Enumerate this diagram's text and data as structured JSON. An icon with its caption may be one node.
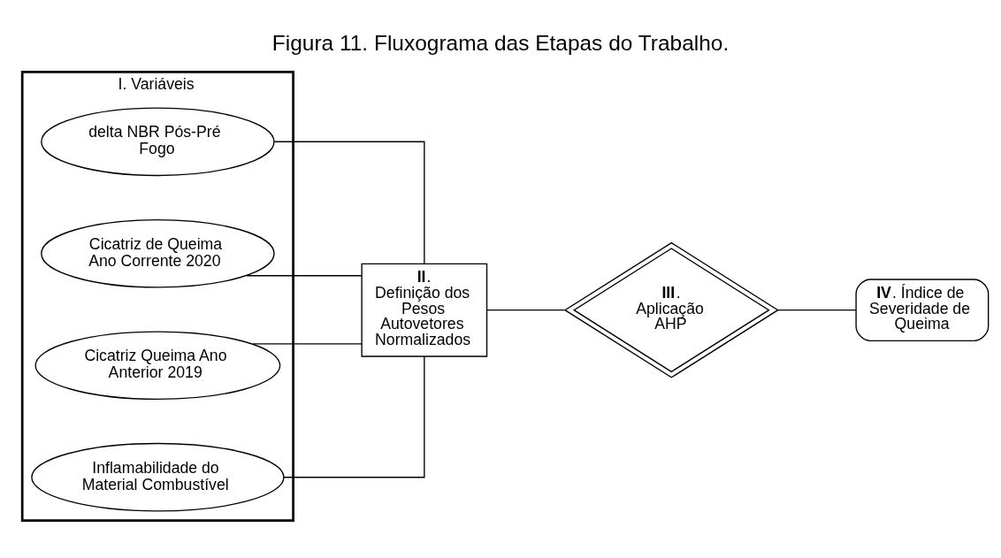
{
  "diagram": {
    "title": "Figura 11. Fluxograma das Etapas do Trabalho.",
    "nodes": [
      {
        "text": [
          "I. Variáveis"
        ]
      },
      {
        "text": [
          "delta NBR Pós-Pré Fogo"
        ],
        "in": 0
      },
      {
        "text": [
          "Cicatriz de Queima Ano Corrente 2020"
        ],
        "in": 0
      },
      {
        "text": [
          "Cicatriz Queima Ano Anterior 2019"
        ],
        "in": 0
      },
      {
        "text": [
          "Inflamabilidade do Material Combustível"
        ],
        "in": 0
      },
      {
        "text": [
          "**II**. Definição dos Pesos Autovetores Normalizados"
        ]
      },
      {
        "text": [
          "**III**. Aplicação AHP"
        ]
      },
      {
        "text": [
          "**IV**. Índice de Severidade de Queima"
        ]
      }
    ],
    "edges": [
      {
        "from": 1,
        "to": 5,
        "arrow": "none"
      },
      {
        "from": 2,
        "to": 5,
        "arrow": "none"
      },
      {
        "from": 3,
        "to": 5,
        "arrow": "none"
      },
      {
        "from": 4,
        "to": 5,
        "arrow": "none"
      },
      {
        "from": 5,
        "to": 6,
        "arrow": "none"
      },
      {
        "from": 6,
        "to": 7,
        "arrow": "none"
      }
    ]
  }
}
